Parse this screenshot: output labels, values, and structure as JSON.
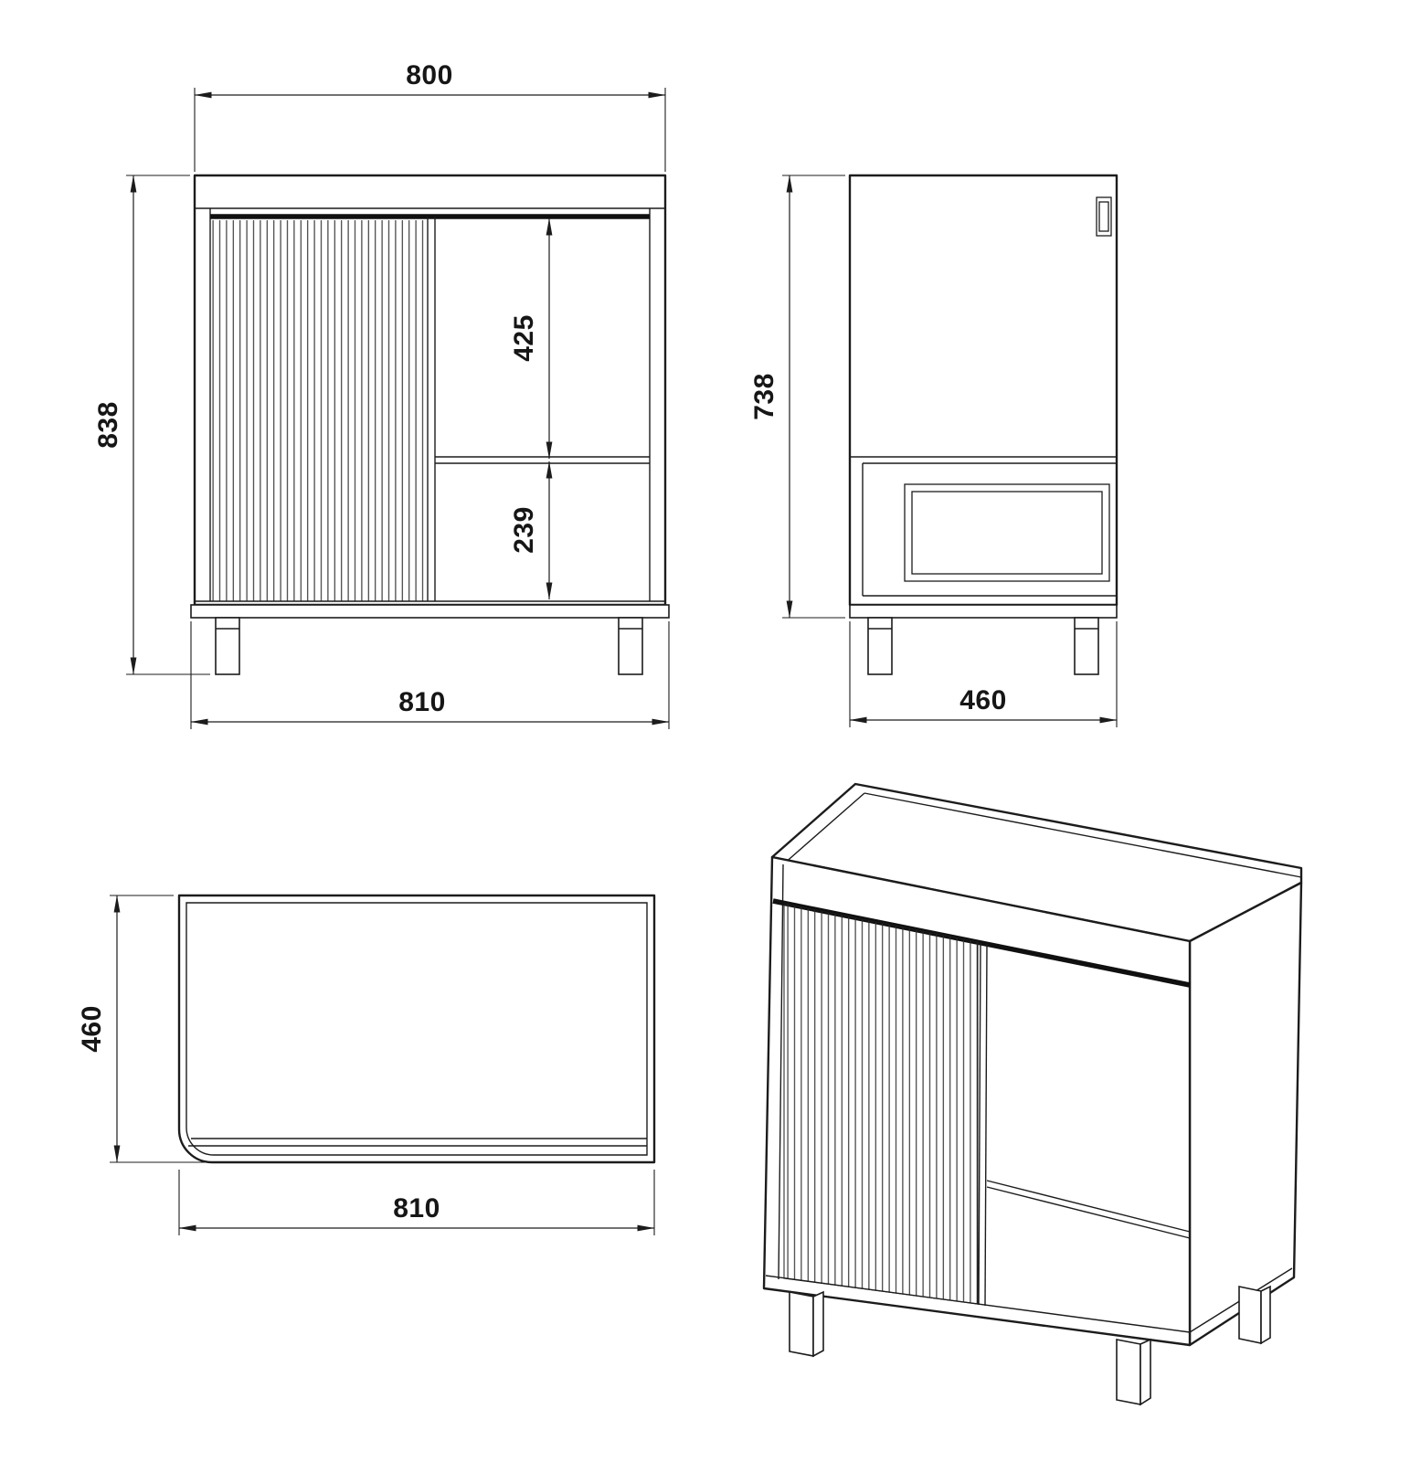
{
  "drawing": {
    "kind": "furniture-technical-drawing",
    "subject": "vanity cabinet, four orthographic/isometric views"
  },
  "dimensions": {
    "front": {
      "width_top": "800",
      "height_total": "838",
      "upper_panel": "425",
      "lower_panel": "239",
      "width_bottom": "810"
    },
    "side": {
      "height_body": "738",
      "depth": "460"
    },
    "top": {
      "depth": "460",
      "width": "810"
    }
  },
  "colors": {
    "line": "#1c1c1c",
    "background": "#ffffff"
  }
}
